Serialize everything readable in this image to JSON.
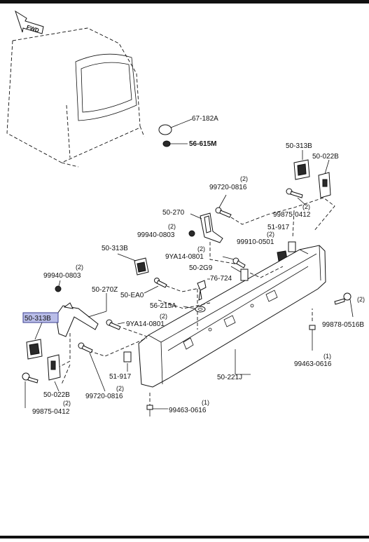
{
  "header": {
    "fwd_label": "FWD"
  },
  "callouts": [
    {
      "id": "c1",
      "code": "67-182A",
      "qty": ""
    },
    {
      "id": "c2",
      "code": "56-615M",
      "qty": ""
    },
    {
      "id": "c3",
      "code": "50-313B",
      "qty": ""
    },
    {
      "id": "c4",
      "code": "50-022B",
      "qty": ""
    },
    {
      "id": "c5",
      "code": "99720-0816",
      "qty": "(2)"
    },
    {
      "id": "c6",
      "code": "50-270",
      "qty": ""
    },
    {
      "id": "c7",
      "code": "99875-0412",
      "qty": "(2)"
    },
    {
      "id": "c8",
      "code": "99940-0803",
      "qty": "(2)"
    },
    {
      "id": "c9",
      "code": "51-917",
      "qty": ""
    },
    {
      "id": "c10",
      "code": "99910-0501",
      "qty": "(2)"
    },
    {
      "id": "c11",
      "code": "50-313B",
      "qty": ""
    },
    {
      "id": "c12",
      "code": "9YA14-0801",
      "qty": "(2)"
    },
    {
      "id": "c13",
      "code": "50-2G9",
      "qty": ""
    },
    {
      "id": "c14",
      "code": "99940-0803",
      "qty": "(2)"
    },
    {
      "id": "c15",
      "code": "76-724",
      "qty": ""
    },
    {
      "id": "c16",
      "code": "50-270Z",
      "qty": ""
    },
    {
      "id": "c17",
      "code": "50-EA0",
      "qty": ""
    },
    {
      "id": "c18",
      "code": "56-215A",
      "qty": ""
    },
    {
      "id": "c19",
      "code": "99878-0516B",
      "qty": "(2)"
    },
    {
      "id": "c20",
      "code": "50-313B",
      "qty": "",
      "highlighted": true
    },
    {
      "id": "c21",
      "code": "9YA14-0801",
      "qty": "(2)"
    },
    {
      "id": "c22",
      "code": "99463-0616",
      "qty": "(1)"
    },
    {
      "id": "c23",
      "code": "50-221J",
      "qty": ""
    },
    {
      "id": "c24",
      "code": "51-917",
      "qty": ""
    },
    {
      "id": "c25",
      "code": "50-022B",
      "qty": ""
    },
    {
      "id": "c26",
      "code": "99720-0816",
      "qty": "(2)"
    },
    {
      "id": "c27",
      "code": "99875-0412",
      "qty": "(2)"
    },
    {
      "id": "c28",
      "code": "99463-0616",
      "qty": "(1)"
    }
  ],
  "colors": {
    "highlight_fill": "#b9bde8",
    "highlight_border": "#3b3f8f",
    "rule": "#111111"
  }
}
